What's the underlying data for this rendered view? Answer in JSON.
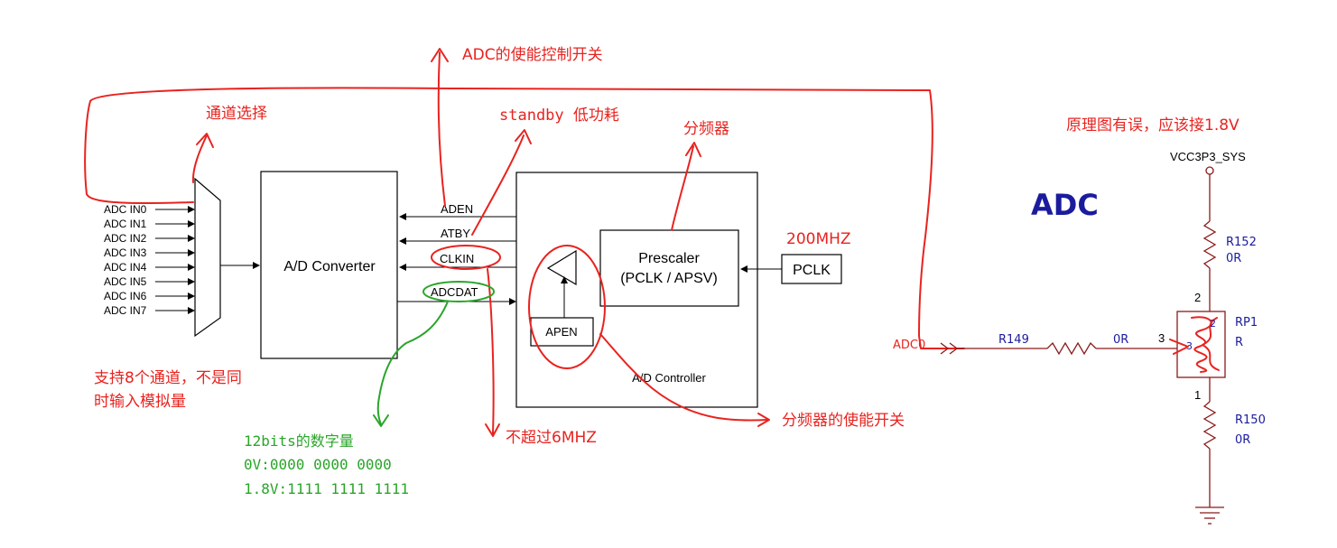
{
  "inputs": [
    "ADC IN0",
    "ADC IN1",
    "ADC IN2",
    "ADC IN3",
    "ADC IN4",
    "ADC IN5",
    "ADC IN6",
    "ADC IN7"
  ],
  "blocks": {
    "converter": "A/D Converter",
    "prescaler_line1": "Prescaler",
    "prescaler_line2": "(PCLK / APSV)",
    "pclk": "PCLK",
    "apen": "APEN",
    "controller": "A/D Controller"
  },
  "signals": {
    "aden": "ADEN",
    "atby": "ATBY",
    "clkin": "CLKIN",
    "adcdat": "ADCDAT"
  },
  "annotations": {
    "adc_enable": "ADC的使能控制开关",
    "channel_select": "通道选择",
    "standby": "standby 低功耗",
    "divider": "分频器",
    "freq": "200MHZ",
    "channels_line1": "支持8个通道，不是同",
    "channels_line2": "时输入模拟量",
    "max_freq": "不超过6MHZ",
    "divider_enable": "分频器的使能开关",
    "digital_title": "12bits的数字量",
    "digital_min": "0V:0000 0000 0000",
    "digital_max": "1.8V:1111 1111 1111",
    "schematic_error": "原理图有误，应该接1.8V"
  },
  "schematic": {
    "title": "ADC",
    "vcc": "VCC3P3_SYS",
    "r152": "R152",
    "r152_val": "0R",
    "r150": "R150",
    "r150_val": "0R",
    "r149": "R149",
    "r149_val": "0R",
    "rp1": "RP1",
    "rp1_val": "R",
    "net": "ADC0",
    "pin1": "1",
    "pin2": "2",
    "pin3": "3",
    "pin2_inner": "2",
    "pin3_inner": "3"
  },
  "colors": {
    "annotation": "#e8231f",
    "digital": "#2aa52a",
    "schematic_wire": "#8b1a1a",
    "schematic_text": "#1b1b9e"
  }
}
